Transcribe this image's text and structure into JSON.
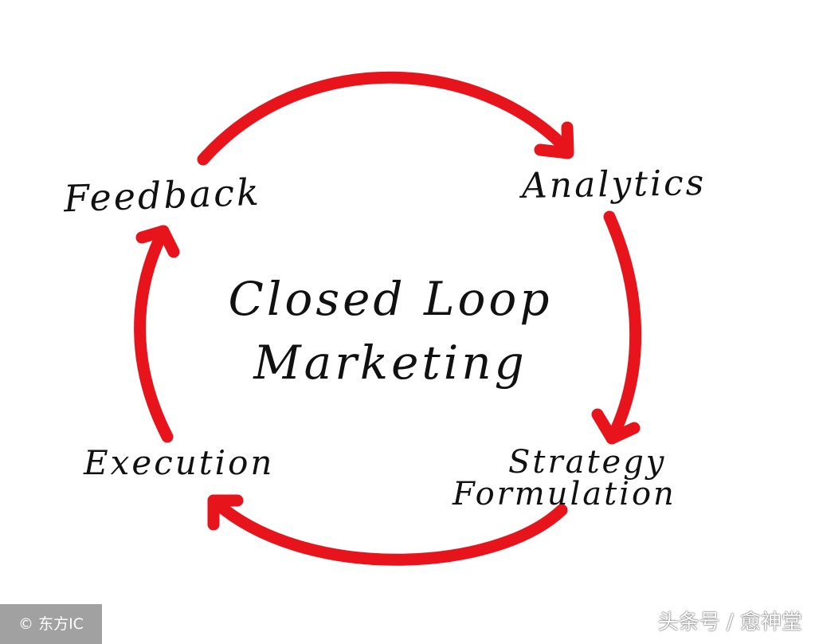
{
  "diagram": {
    "center_title_line1": "Closed Loop",
    "center_title_line2": "Marketing",
    "stages": {
      "feedback": "Feedback",
      "analytics": "Analytics",
      "strategy_line1": "Strategy",
      "strategy_line2": "Formulation",
      "execution": "Execution"
    },
    "arrow_color": "#e8141c",
    "text_color": "#111111"
  },
  "watermarks": {
    "left": "© 东方IC",
    "right": "头条号 / 愈神堂"
  }
}
